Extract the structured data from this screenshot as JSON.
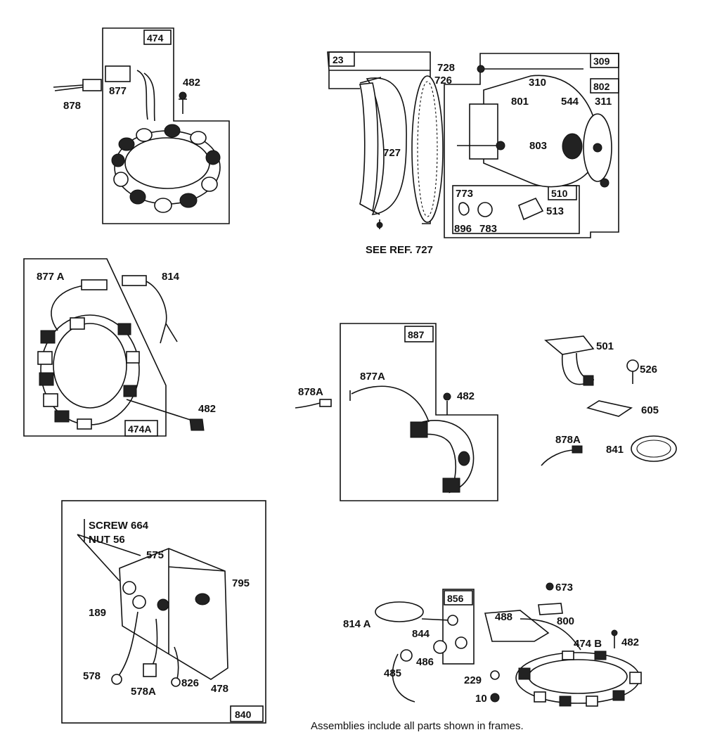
{
  "labels": {
    "g1_frame": "474",
    "g1_878": "878",
    "g1_877": "877",
    "g1_482": "482",
    "g2_23": "23",
    "g2_728": "728",
    "g2_726": "726",
    "g2_310": "310",
    "g2_309": "309",
    "g2_802": "802",
    "g2_801": "801",
    "g2_544": "544",
    "g2_311": "311",
    "g2_727": "727",
    "g2_803": "803",
    "g2_773": "773",
    "g2_510": "510",
    "g2_513": "513",
    "g2_896": "896",
    "g2_783": "783",
    "g2_seeref": "SEE REF. 727",
    "g3_877a": "877 A",
    "g3_814": "814",
    "g3_482": "482",
    "g3_frame": "474A",
    "g4_frame": "887",
    "g4_877a": "877A",
    "g4_878a": "878A",
    "g4_482": "482",
    "g5_501": "501",
    "g5_526": "526",
    "g5_605": "605",
    "g5_878a": "878A",
    "g5_841": "841",
    "g6_screw": "SCREW 664",
    "g6_nut": "NUT 56",
    "g6_575": "575",
    "g6_795": "795",
    "g6_189": "189",
    "g6_578": "578",
    "g6_578a": "578A",
    "g6_826": "826",
    "g6_478": "478",
    "g6_frame": "840",
    "g7_673": "673",
    "g7_856": "856",
    "g7_814a": "814 A",
    "g7_488": "488",
    "g7_800": "800",
    "g7_844": "844",
    "g7_486": "486",
    "g7_485": "485",
    "g7_474b": "474 B",
    "g7_482": "482",
    "g7_229": "229",
    "g7_10": "10"
  },
  "caption": "Assemblies include all parts shown in frames."
}
